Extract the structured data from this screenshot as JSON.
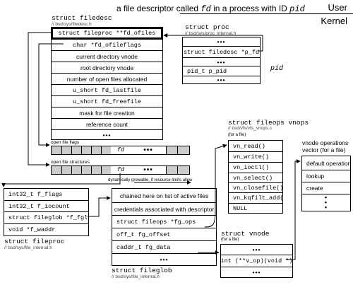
{
  "title": {
    "pre": "a file descriptor called ",
    "fd": "fd",
    "mid": " in a process with ID ",
    "pid": "pid"
  },
  "zones": {
    "user": "User",
    "kernel": "Kernel"
  },
  "filedesc": {
    "name": "struct filedesc",
    "src": "// bsd/sys/filedesc.h",
    "rows": [
      "struct fileproc **fd_ofiles",
      "char *fd_ofileflags",
      "current directory vnode",
      "root directory vnode",
      "number of open files allocated",
      "u_short fd_lastfile",
      "u_short fd_freefile",
      "mask for file creation",
      "reference count",
      "•••"
    ]
  },
  "proc": {
    "name": "struct proc",
    "src": "// bsd/sys/proc_internal.h",
    "rows": [
      "•••",
      "struct filedesc *p_fd",
      "•••",
      "pid_t p_pid",
      "•••"
    ],
    "pid_label": "pid"
  },
  "open_file_flags": {
    "label": "open file flags",
    "fd": "fd",
    "dots": "•••"
  },
  "open_file_structures": {
    "label": "open file structures",
    "fd": "fd",
    "dots": "•••"
  },
  "growable_note": "dynamically growable, if resource limits allow",
  "fileproc": {
    "name": "struct fileproc",
    "src": "// bsd/sys/file_internal.h",
    "rows": [
      "int32_t f_flags",
      "int32_t f_iocount",
      "struct fileglob *f_fglob",
      "void *f_waddr"
    ]
  },
  "fileglob": {
    "name": "struct fileglob",
    "src": "// bsd/sys/file_internal.h",
    "rows": [
      "chained here on list of active files",
      "credentials associated with descriptor",
      "struct fileops *fg_ops",
      "off_t fg_offset",
      "caddr_t fg_data",
      "•••"
    ]
  },
  "fileops": {
    "name": "struct fileops vnops",
    "src": "// bsd/vfs/vfs_vnops.c",
    "note": "(for a file)",
    "rows": [
      "vn_read()",
      "vn_write()",
      "vn_ioctl()",
      "vn_select()",
      "vn_closefile()",
      "vn_kqfilt_add()",
      "NULL"
    ]
  },
  "vnode_ops": {
    "title_line1": "vnode operations",
    "title_line2": "vector (for a file)",
    "rows": [
      "default operation",
      "lookup",
      "create",
      "•\n•\n•"
    ]
  },
  "vnode": {
    "name": "struct vnode",
    "note": "(for a file)",
    "rows": [
      "•••",
      "int (**v_op)(void *)",
      "•••"
    ]
  }
}
